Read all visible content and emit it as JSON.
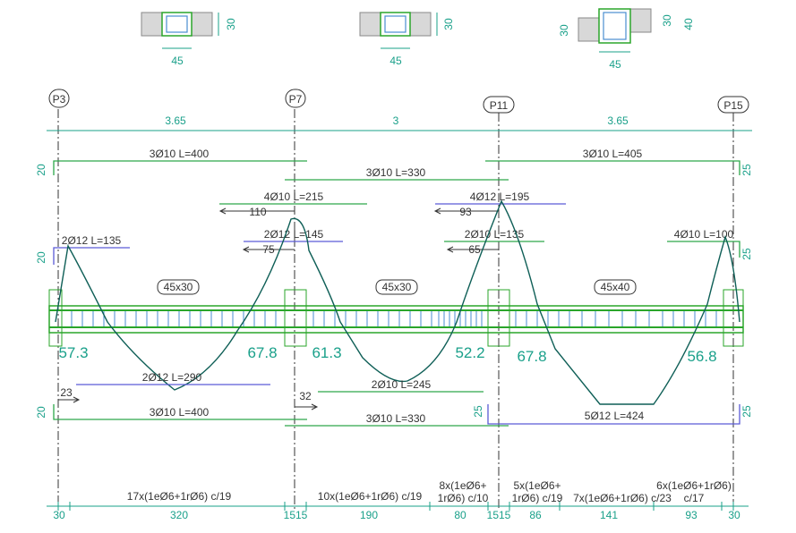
{
  "sections": [
    {
      "width": "45",
      "height": "30"
    },
    {
      "width": "45",
      "height": "30"
    },
    {
      "width": "45",
      "height_left": "30",
      "height_right_a": "30",
      "height_right_b": "40"
    }
  ],
  "columns": [
    "P3",
    "P7",
    "P11",
    "P15"
  ],
  "spans": [
    "3.65",
    "3",
    "3.65"
  ],
  "span_sections": [
    "45x30",
    "45x30",
    "45x40"
  ],
  "top_bars": {
    "continuous": [
      "3Ø10 L=400",
      "3Ø10 L=330",
      "3Ø10 L=405"
    ],
    "negative": [
      "2Ø12 L=135",
      "4Ø10 L=215",
      "2Ø12 L=145",
      "4Ø12 L=195",
      "2Ø10 L=135",
      "4Ø10 L=100"
    ],
    "anchor_left": [
      "20",
      "20"
    ],
    "anchor_right": [
      "25",
      "25"
    ]
  },
  "top_extensions": [
    "110",
    "75",
    "93",
    "65"
  ],
  "moment_values": [
    "57.3",
    "67.8",
    "61.3",
    "52.2",
    "67.8",
    "56.8"
  ],
  "bottom_bars": {
    "positive": [
      "2Ø12 L=290",
      "2Ø10 L=245",
      "5Ø12 L=424"
    ],
    "continuous": [
      "3Ø10 L=400",
      "3Ø10 L=330"
    ],
    "anchor_left": "20",
    "anchor_mid": "25",
    "anchor_right": "25"
  },
  "bottom_extensions": [
    "23",
    "32"
  ],
  "stirrups": [
    {
      "line1": "17x(1eØ6+1rØ6) c/19"
    },
    {
      "line1": "10x(1eØ6+1rØ6) c/19"
    },
    {
      "line1": "8x(1eØ6+",
      "line2": "1rØ6) c/10"
    },
    {
      "line1": "5x(1eØ6+",
      "line2": "1rØ6) c/19"
    },
    {
      "line1": "7x(1eØ6+1rØ6) c/23"
    },
    {
      "line1": "6x(1eØ6+1rØ6)",
      "line2": "c/17"
    }
  ],
  "bottom_dims": [
    "30",
    "320",
    "1515",
    "190",
    "80",
    "1515",
    "86",
    "141",
    "93",
    "30"
  ],
  "colors": {
    "dimension": "#1aa08a",
    "continuous_bar": "#2da84a",
    "negative_bar": "#5b5bd6",
    "moment_curve": "#0f5f57",
    "beam_outline": "#2aa52a"
  }
}
